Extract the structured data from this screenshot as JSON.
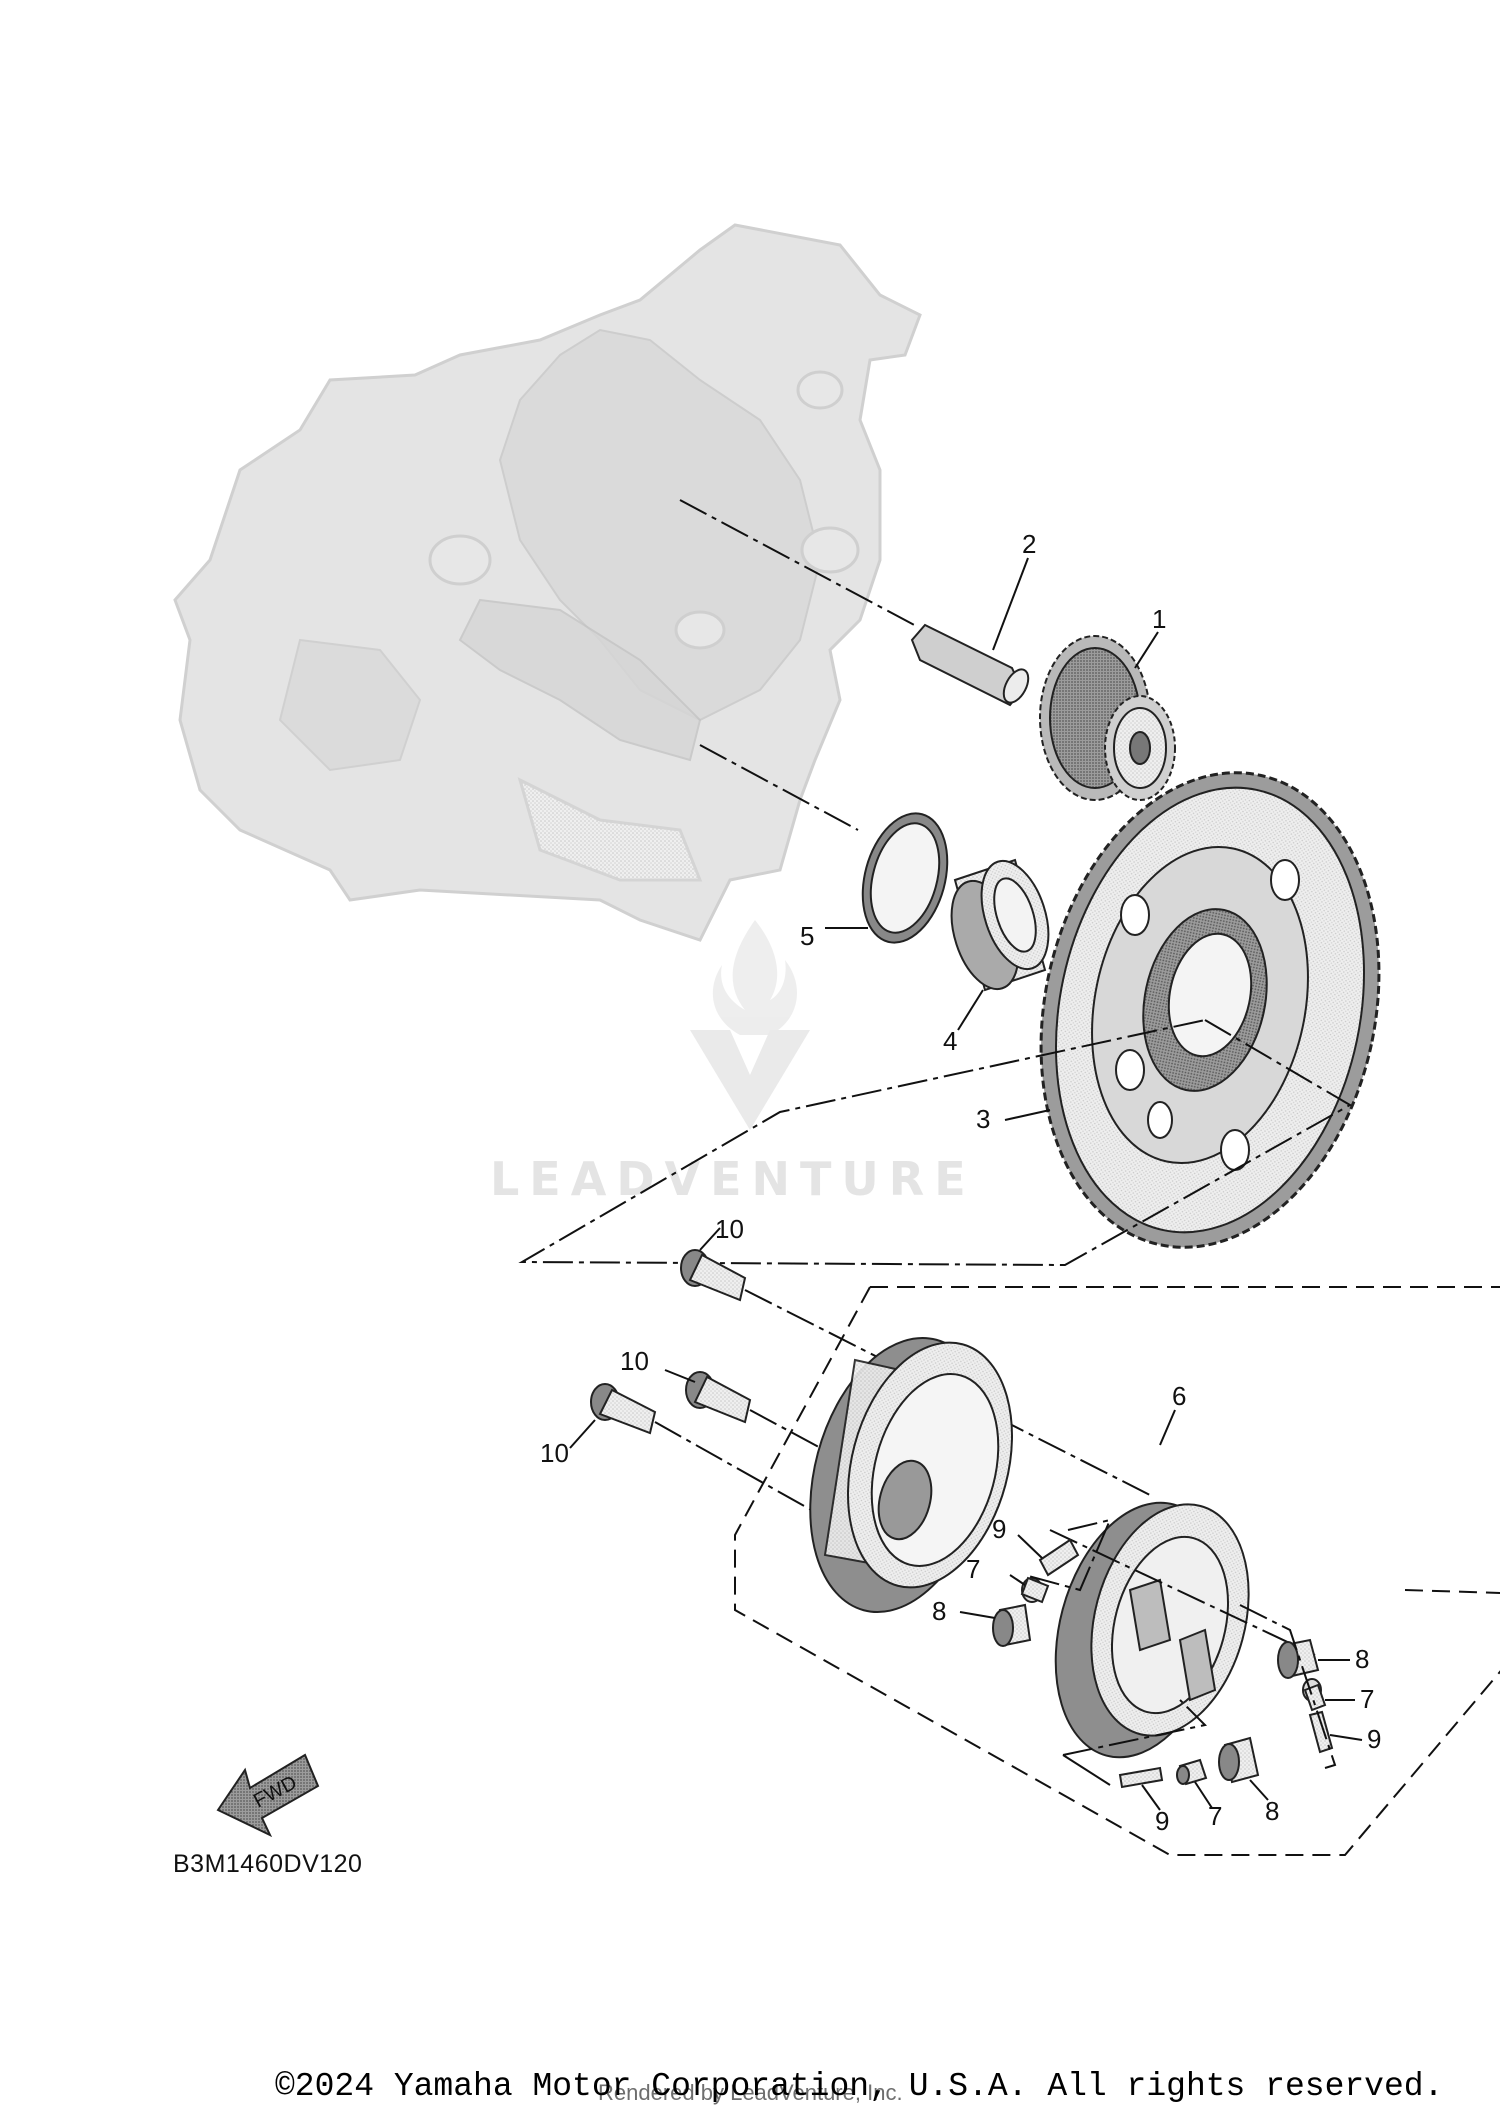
{
  "diagram": {
    "part_code": "B3M1460DV120",
    "fwd_label": "FWD",
    "watermark": "LEADVENTURE",
    "copyright": "©2024 Yamaha Motor Corporation, U.S.A. All rights reserved.",
    "rendered_by": "Rendered by LeadVenture, Inc.",
    "callouts": {
      "c1": "1",
      "c2": "2",
      "c3": "3",
      "c4": "4",
      "c5": "5",
      "c6": "6",
      "c7a": "7",
      "c7b": "7",
      "c7c": "7",
      "c8a": "8",
      "c8b": "8",
      "c8c": "8",
      "c9a": "9",
      "c9b": "9",
      "c9c": "9",
      "c10a": "10",
      "c10b": "10",
      "c10c": "10"
    }
  }
}
